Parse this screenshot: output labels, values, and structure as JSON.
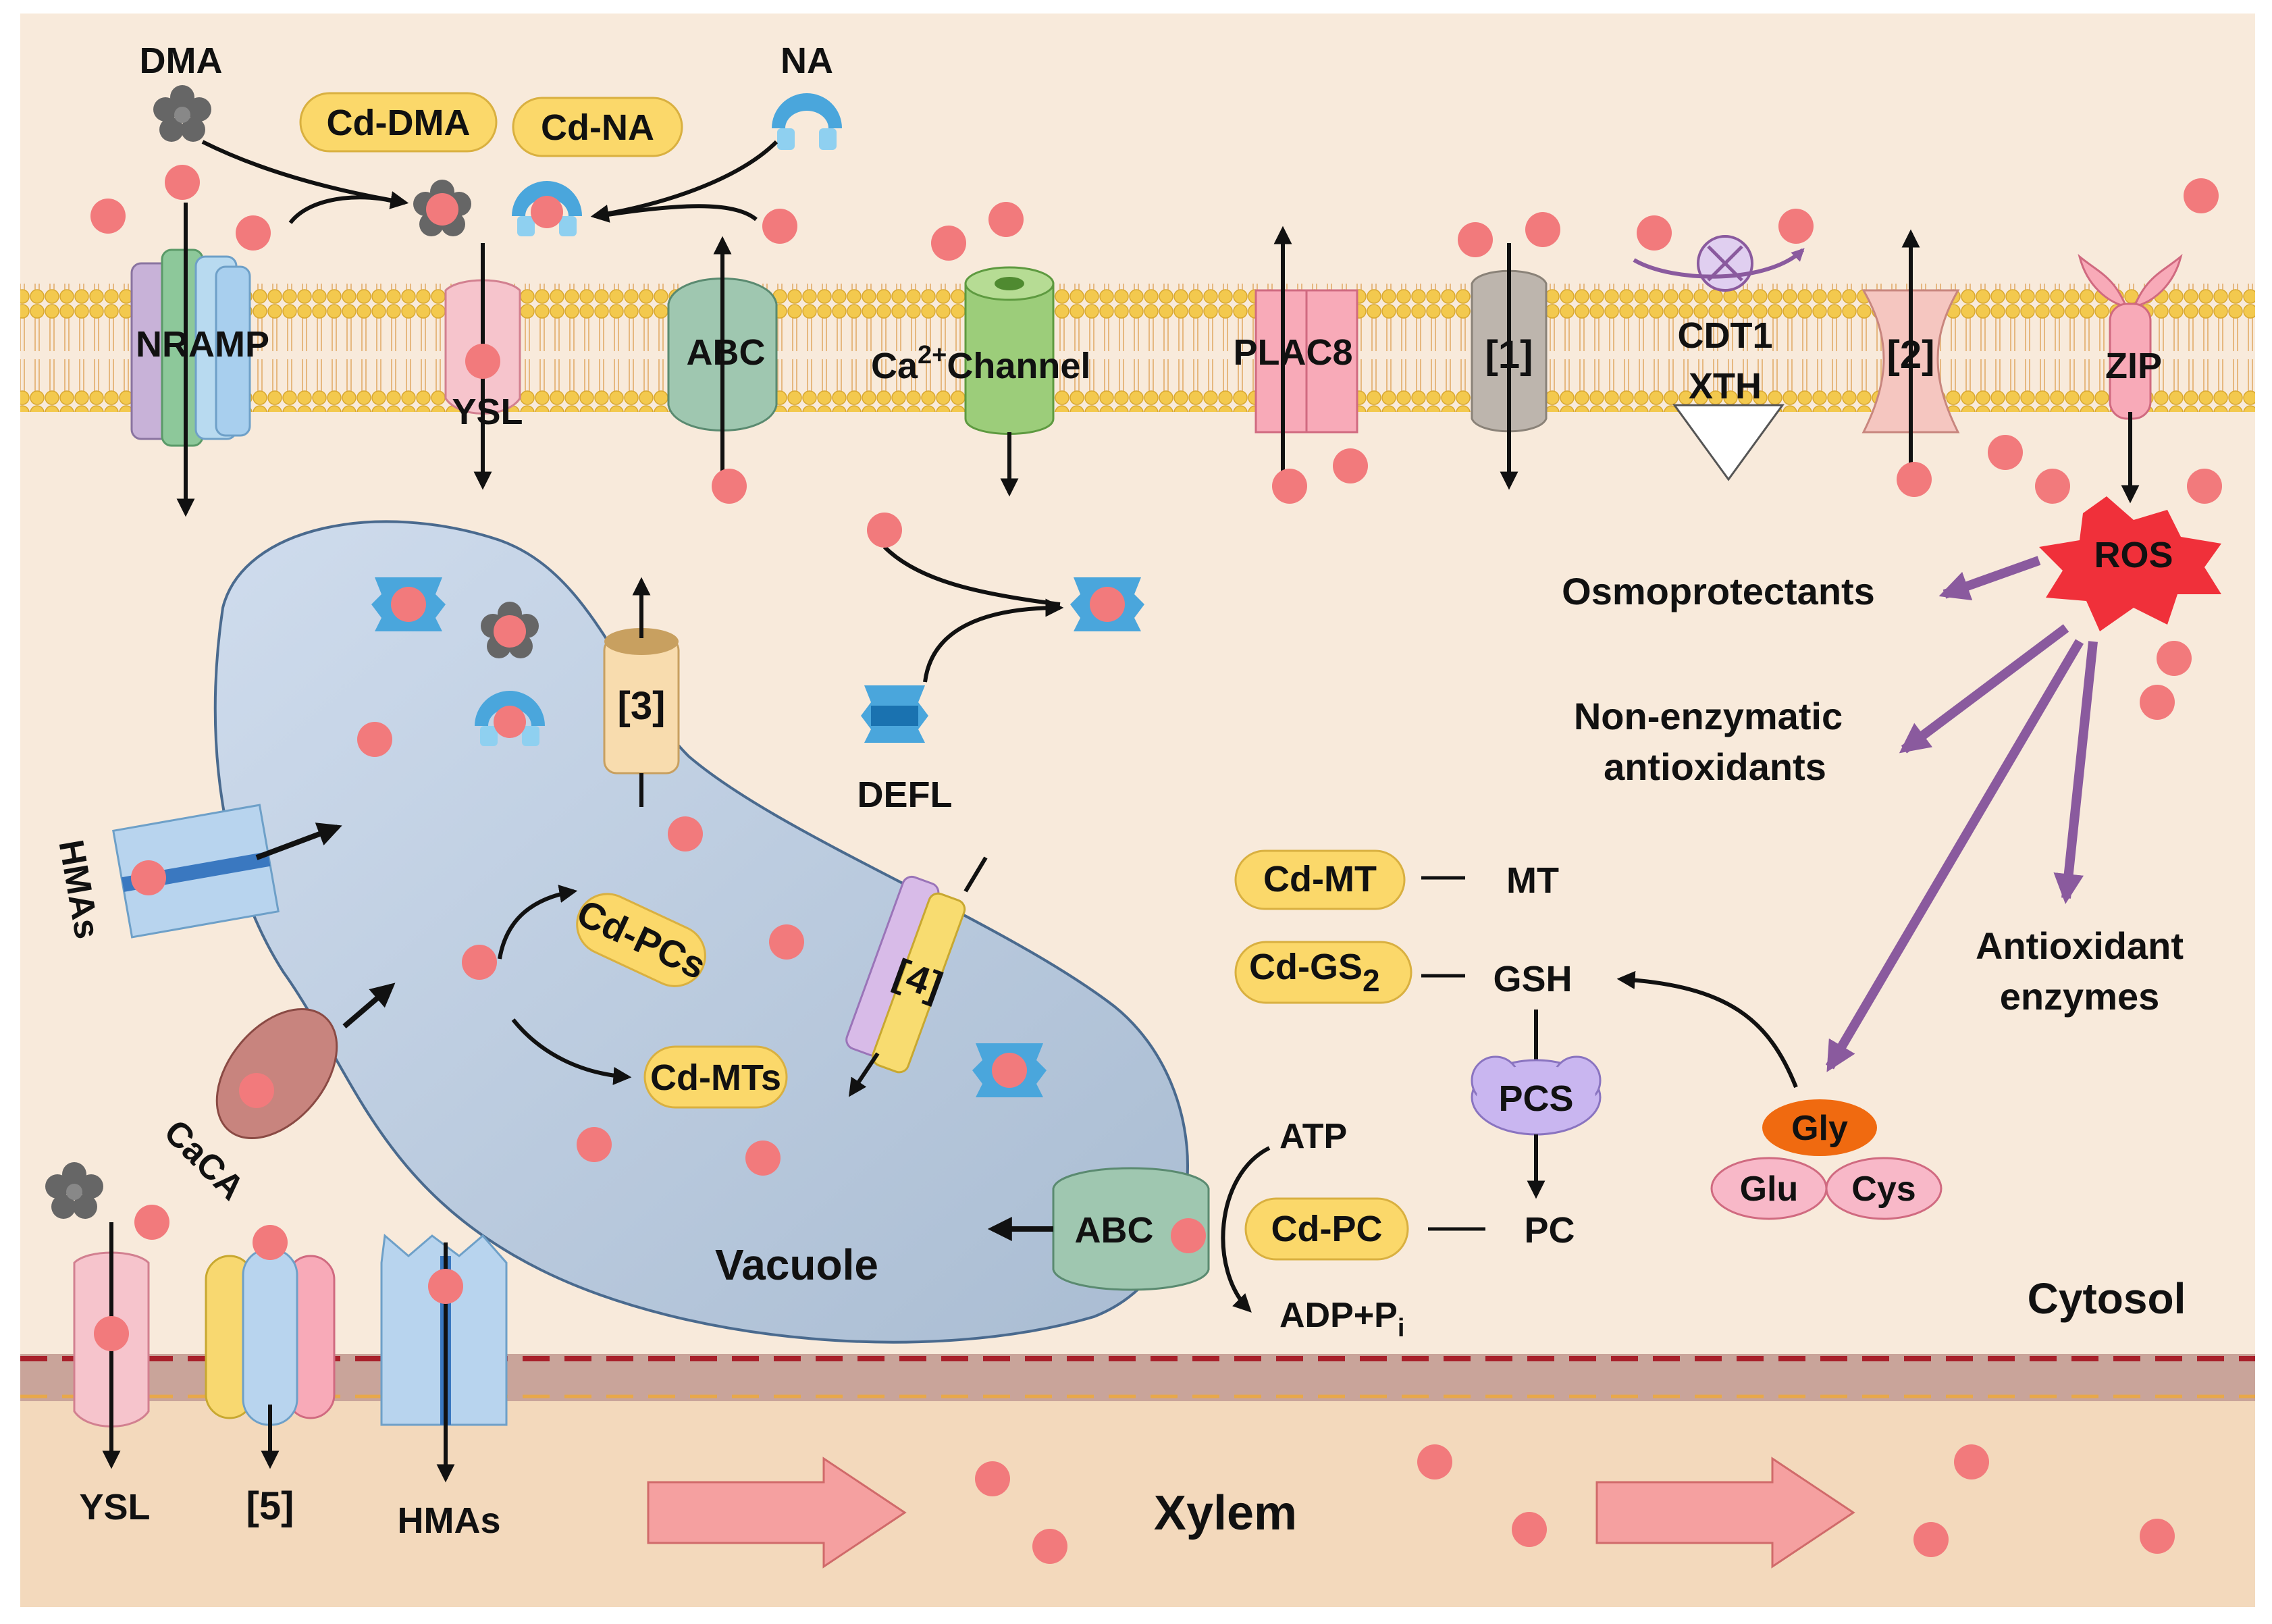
{
  "labels": {
    "dma": "DMA",
    "na": "NA",
    "cd_dma": "Cd-DMA",
    "cd_na": "Cd-NA",
    "nramp": "NRAMP",
    "ysl_top": "YSL",
    "abc_top": "ABC",
    "ca_channel_sup": "2+",
    "ca_channel_pre": "Ca",
    "ca_channel_post": "Channel",
    "plac8": "PLAC8",
    "bracket1": "[1]",
    "cdt1": "CDT1",
    "xth": "XTH",
    "bracket2": "[2]",
    "zip": "ZIP",
    "ros": "ROS",
    "osmoprotectants": "Osmoprotectants",
    "non_enzymatic_1": "Non-enzymatic",
    "non_enzymatic_2": "antioxidants",
    "antioxidant_enz_1": "Antioxidant",
    "antioxidant_enz_2": "enzymes",
    "defl": "DEFL",
    "bracket3": "[3]",
    "bracket4": "[4]",
    "hmas_left": "HMAs",
    "caca": "CaCA",
    "cd_pcs": "Cd-PCs",
    "cd_mts": "Cd-MTs",
    "vacuole": "Vacuole",
    "cd_mt": "Cd-MT",
    "mt": "MT",
    "cd_gs2_base": "Cd-GS",
    "cd_gs2_sub": "2",
    "gsh": "GSH",
    "pcs": "PCS",
    "pc": "PC",
    "cd_pc": "Cd-PC",
    "atp": "ATP",
    "adp_base": "ADP+P",
    "adp_sub": "i",
    "abc_vac": "ABC",
    "gly": "Gly",
    "glu": "Glu",
    "cys": "Cys",
    "cytosol": "Cytosol",
    "ysl_bottom": "YSL",
    "bracket5": "[5]",
    "hmas_bottom": "HMAs",
    "xylem": "Xylem"
  },
  "colors": {
    "cytosol_bg": "#f8eadb",
    "membrane_head": "#f3c94e",
    "xylem_bg": "#f3d9bc",
    "cd_ion": "#f27a7c",
    "vacuole_fill": "#c3d2e2",
    "chelate_pill": "#fbd86a",
    "ros_red": "#f0303a",
    "arrow_purple": "#8a5a9e",
    "gly_orange": "#f06a10",
    "glu_cys_pink": "#f8b8c8",
    "pcs_lavender": "#c9b6f0"
  },
  "icons": [
    "dma-flower-icon",
    "na-cup-icon",
    "ros-burst-icon",
    "cd-ion-icon",
    "flow-arrow-icon"
  ]
}
